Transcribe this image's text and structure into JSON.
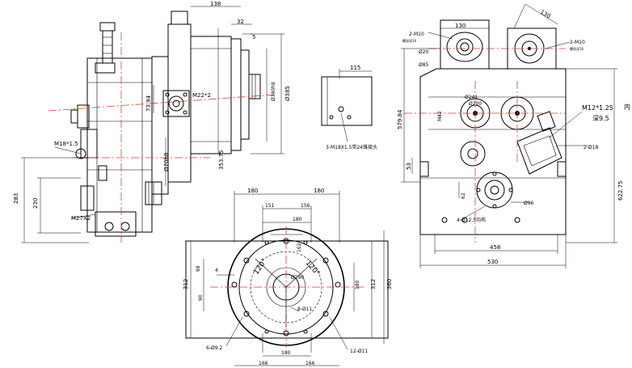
{
  "drawing": {
    "side_view": {
      "label_m18": "M18*1.5",
      "label_m27": "M27X2",
      "dim_283": "283",
      "dim_230": "230",
      "dim_73_94": "73.94",
      "dim_70h8": "Ø70h8",
      "dim_353_75": "353.75",
      "dim_138": "138",
      "dim_32": "32",
      "dim_5": "5",
      "dim_340h8": "Ø340h8",
      "dim_385": "Ø385",
      "label_m22": "M22*2"
    },
    "port_detail": {
      "dim_115": "115",
      "label_3m18": "3-M18X1.5带24锥接头"
    },
    "front_view": {
      "dim_130_top": "130",
      "dim_130": "130",
      "label_2m10_left": "2-M10",
      "label_2m10_right": "2-M10",
      "note_left": "螺纹深16",
      "note_right": "螺纹深16",
      "dim_20": "Ø20",
      "dim_85": "Ø85",
      "dim_579_84": "579.84",
      "dim_241": "Ø241",
      "dim_200": "Ø200",
      "dim_m42": "M42",
      "label_m12": "M12*1.25",
      "label_depth": "深9.5",
      "label_inner": "内",
      "label_2_18": "2-Ø18",
      "dim_53": "53",
      "dim_62": "62",
      "dim_96": "Ø96",
      "label_4_12_5": "4-Ø12.5均布",
      "dim_622_75": "622.75",
      "dim_458": "458",
      "dim_530": "530"
    },
    "bottom_view": {
      "dim_180_l": "180",
      "dim_180_r": "180",
      "dim_151": "151",
      "dim_156": "156",
      "dim_180_mid": "180",
      "dim_162": "162",
      "angle_120_l": "120°",
      "angle_120_r": "120°",
      "dim_290": "Ø290",
      "dim_98": "98",
      "dim_4": "4",
      "dim_312_l": "312",
      "dim_90": "90",
      "dim_180_v": "180",
      "dim_312_r": "312",
      "dim_360": "360",
      "label_8_11": "8-Ø11",
      "label_6_9_2": "6-Ø9.2",
      "label_12_11": "12-Ø11",
      "dim_180_b": "180",
      "dim_166_l": "166",
      "dim_166_r": "166"
    }
  }
}
